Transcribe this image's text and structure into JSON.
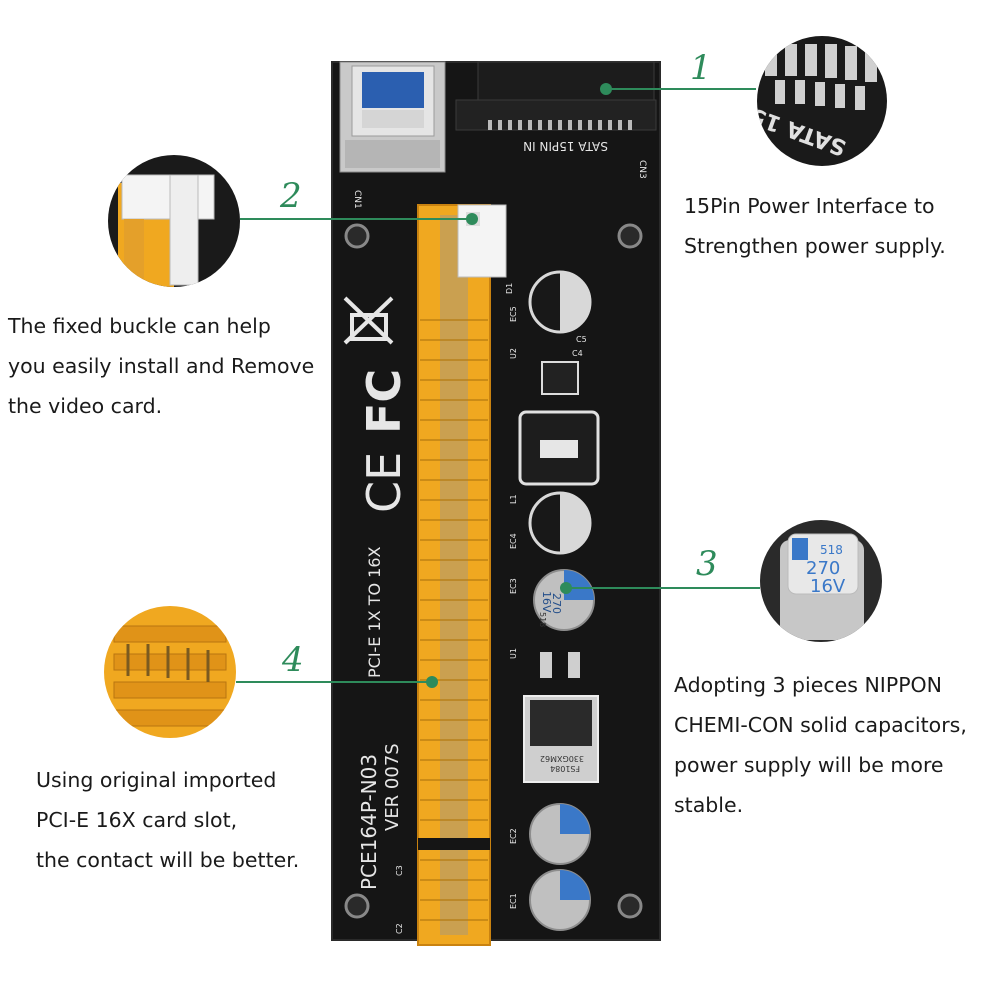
{
  "callouts": [
    {
      "number": "1",
      "text_lines": [
        "15Pin Power Interface to",
        "Strengthen power supply."
      ]
    },
    {
      "number": "2",
      "text_lines": [
        "The fixed buckle can help",
        "you easily install and Remove",
        "the video card."
      ]
    },
    {
      "number": "3",
      "text_lines": [
        "Adopting 3 pieces NIPPON",
        "CHEMI-CON solid capacitors,",
        "power supply will be more",
        "stable."
      ]
    },
    {
      "number": "4",
      "text_lines": [
        "Using original imported",
        "PCI-E 16X card slot,",
        "the contact will be better."
      ]
    }
  ],
  "board": {
    "sata_label": "SATA 15PIN IN",
    "cn1": "CN1",
    "cn3": "CN3",
    "model": "PCE164P-N03",
    "version": "VER 007S",
    "subtitle": "PCI-E 1X TO 16X",
    "fc": "FC",
    "ce": "CE",
    "ec_labels": [
      "EC5",
      "EC4",
      "EC3",
      "EC2",
      "EC1"
    ],
    "cap_value": "270",
    "cap_voltage": "16V",
    "cap_code": "518",
    "mosfet_text": [
      "FS1084",
      "330GXM62"
    ],
    "small_labels": [
      "U2",
      "U1",
      "L1",
      "C5",
      "C4",
      "D1",
      "C3",
      "C2"
    ]
  },
  "zoom3": {
    "value": "270",
    "voltage": "16V",
    "code": "518"
  },
  "zoom1": {
    "text": "SATA 15"
  }
}
